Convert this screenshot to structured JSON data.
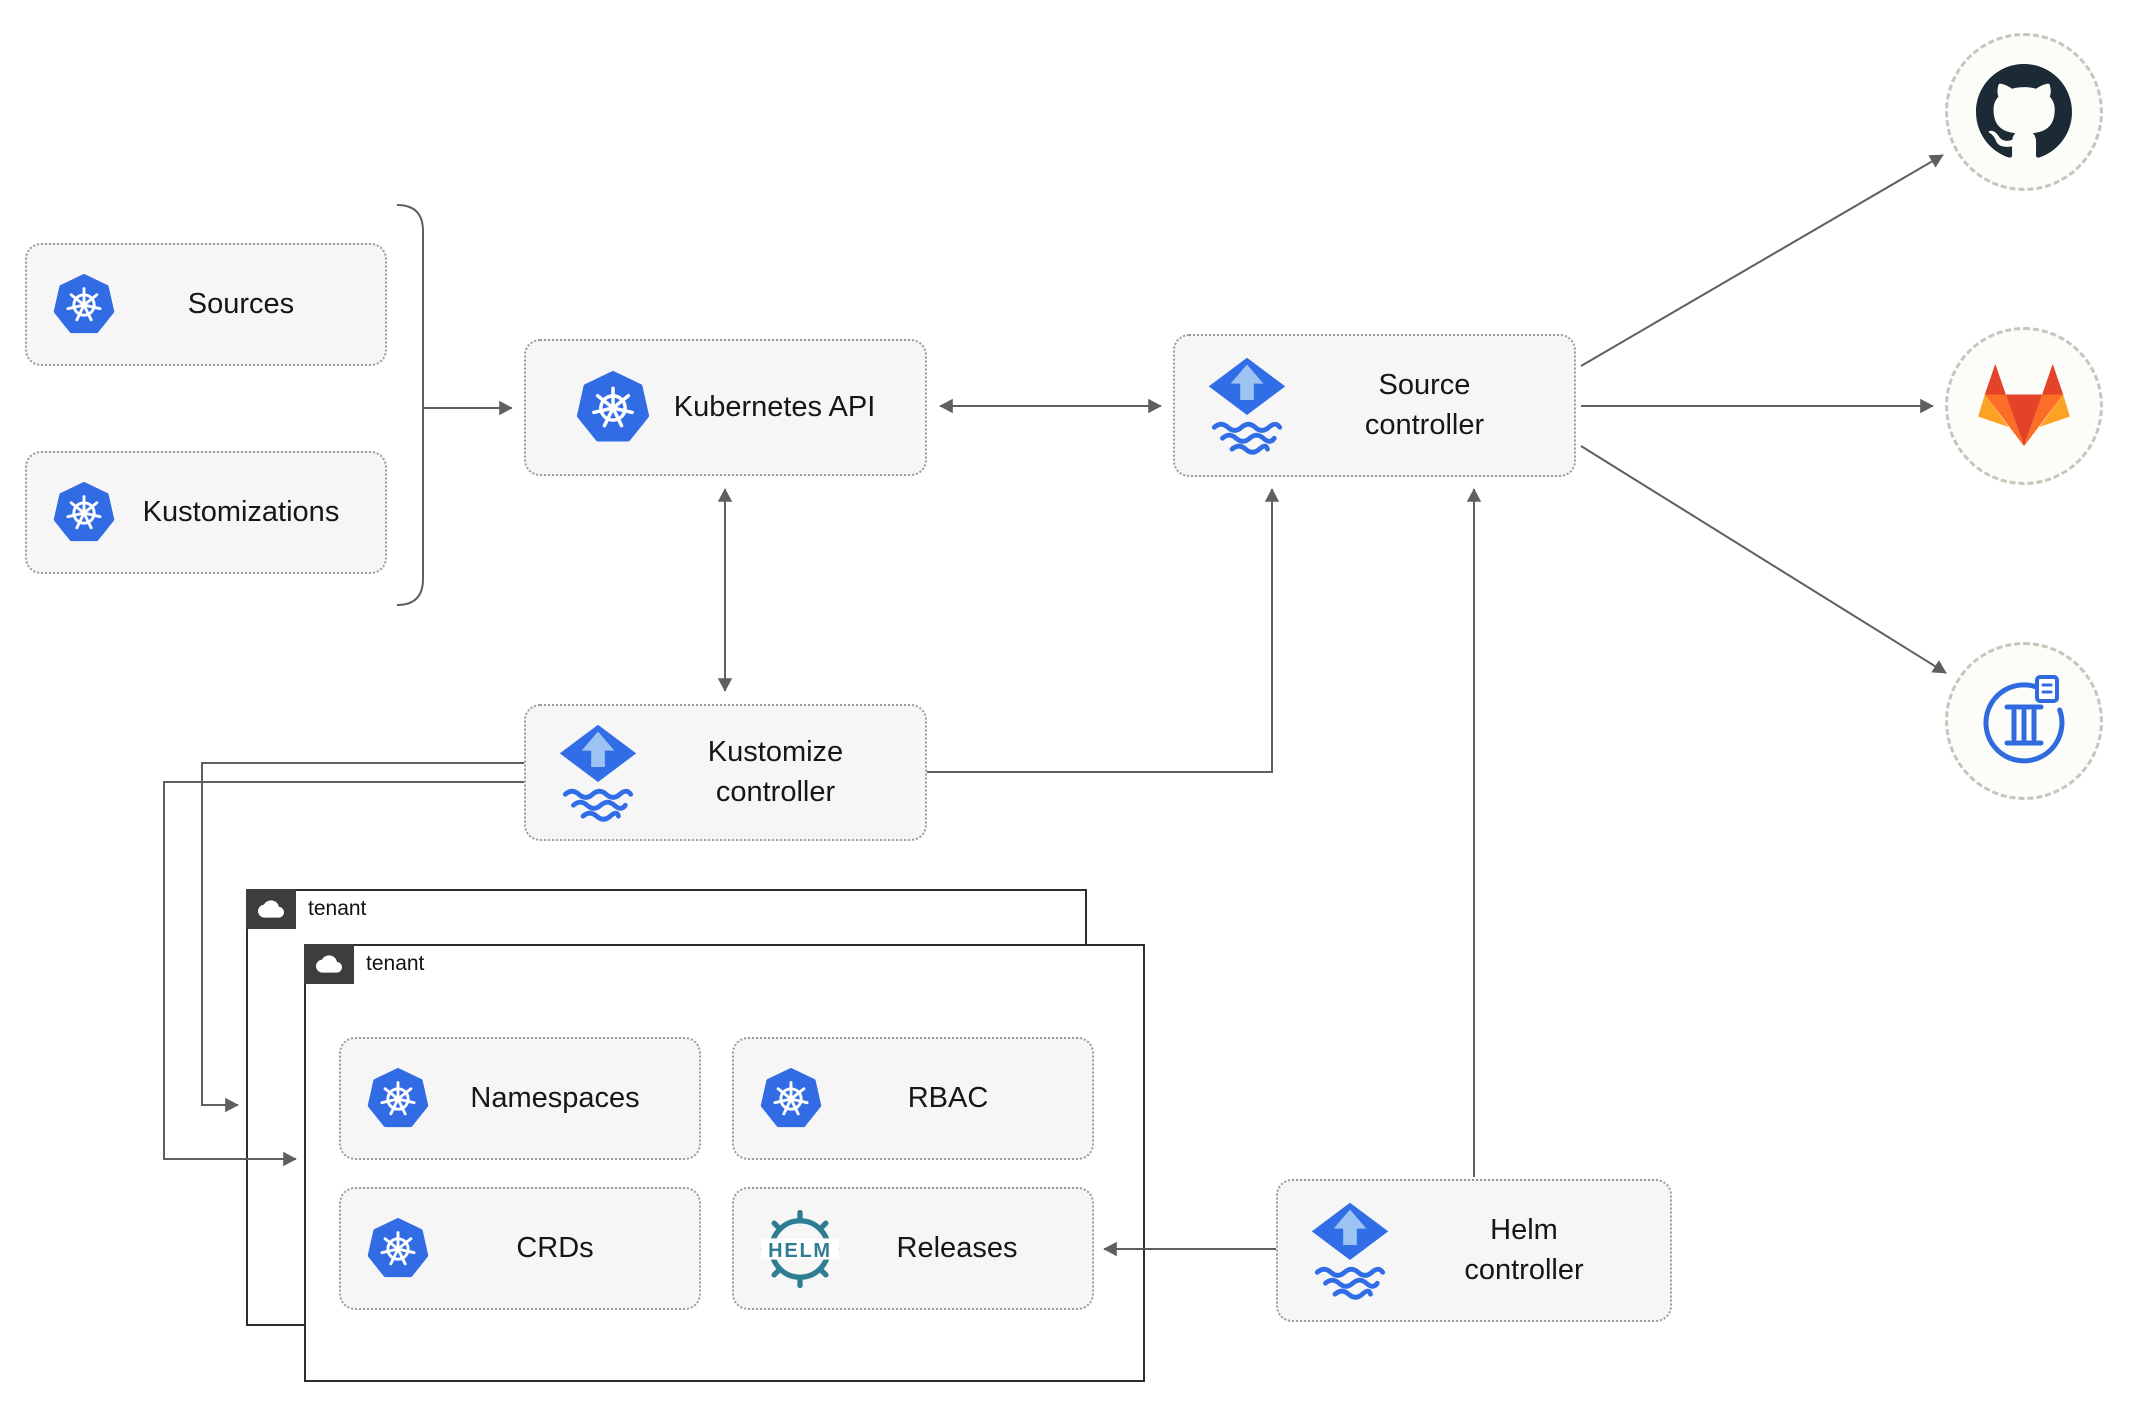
{
  "nodes": {
    "sources": {
      "label": "Sources"
    },
    "kustomizations": {
      "label": "Kustomizations"
    },
    "kubernetes_api": {
      "label": "Kubernetes API"
    },
    "source_controller": {
      "line1": "Source",
      "line2": "controller"
    },
    "kustomize_controller": {
      "line1": "Kustomize",
      "line2": "controller"
    },
    "helm_controller": {
      "line1": "Helm",
      "line2": "controller"
    },
    "tenant_back": {
      "label": "tenant"
    },
    "tenant_front": {
      "label": "tenant"
    },
    "namespaces": {
      "label": "Namespaces"
    },
    "rbac": {
      "label": "RBAC"
    },
    "crds": {
      "label": "CRDs"
    },
    "releases": {
      "label": "Releases"
    }
  },
  "icons": {
    "helm_wheel_text": "HELM",
    "kubernetes": "kubernetes-wheel-logo",
    "flux": "flux-diamond-arrow-waves-logo",
    "cloud": "cloud-glyph",
    "github": "github-octocat-mark",
    "gitlab": "gitlab-tanuki-mark",
    "registry": "container-registry-archive-mark"
  },
  "colors": {
    "k8s_blue": "#326CE5",
    "flux_blue": "#316DE6",
    "flux_arrow_light": "#9CC3F2",
    "helm_teal": "#2E7D93",
    "github_dark": "#1B2A35",
    "gitlab_red": "#E24329",
    "gitlab_orange": "#FC6D26",
    "gitlab_yellow": "#FCA326",
    "registry_blue": "#2F6BDE",
    "arrow_gray": "#5f5f5f",
    "box_bg": "#F6F6F6",
    "box_border": "#9c9c9c",
    "tenant_border": "#2d2d2d",
    "tenant_header_bg": "#3d3d3d"
  }
}
